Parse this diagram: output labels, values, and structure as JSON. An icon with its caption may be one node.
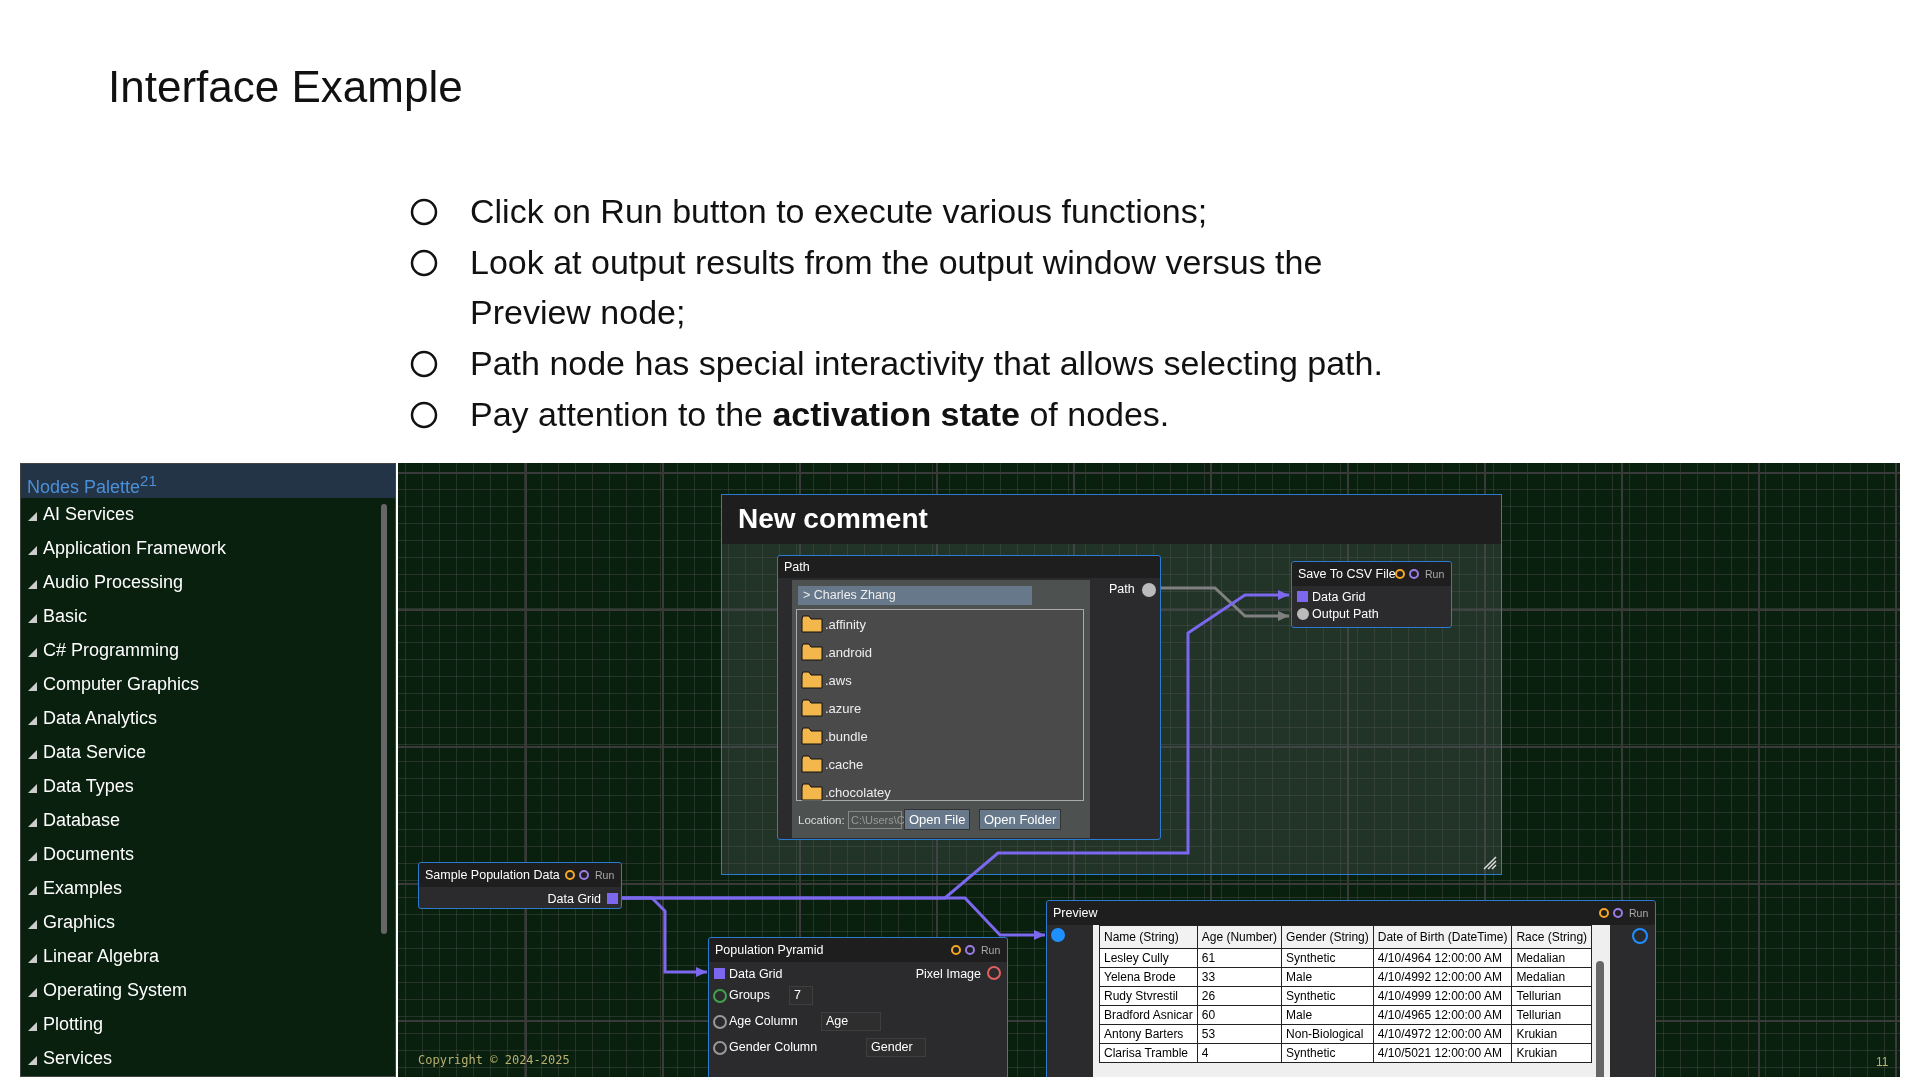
{
  "diagram": {
    "title": "Interface Example",
    "nodes": [
      {
        "text": [
          "Nodes Palette$^{21}$",
          "AI Services",
          "Application Framework",
          "Audio Processing",
          "Basic",
          "C# Programming",
          "Computer Graphics",
          "Data Analytics",
          "Data Service",
          "Data Types",
          "Database",
          "Documents",
          "Examples",
          "Graphics",
          "Linear Algebra",
          "Operating System",
          "Plotting",
          "Services"
        ]
      },
      {
        "text": [
          "New comment"
        ]
      },
      {
        "text": [
          "Path",
          "> Charles Zhang",
          ".affinity",
          ".android",
          ".aws",
          ".azure",
          ".bundle",
          ".cache",
          ".chocolatey",
          "Location:",
          "C:\\Users\\C",
          "Open File",
          "Open Folder",
          "Path"
        ],
        "in": 1
      },
      {
        "text": [
          "Save To CSV File",
          "Run",
          "Data Grid",
          "Output Path"
        ],
        "in": 1
      },
      {
        "text": [
          "Sample Population Data",
          "Run",
          "Data Grid"
        ]
      },
      {
        "text": [
          "Population Pyramid",
          "Run",
          "Data Grid",
          "Pixel Image",
          "Groups",
          "7",
          "Age Column",
          "Age",
          "Gender Column",
          "Gender"
        ]
      },
      {
        "text": [
          "Preview",
          "Run"
        ]
      }
    ],
    "edges": [
      {
        "from": 2,
        "to": 3,
        "arrow": "to",
        "color": "#808080"
      },
      {
        "from": 4,
        "to": 3,
        "arrow": "to"
      },
      {
        "from": 4,
        "to": 5,
        "arrow": "to"
      },
      {
        "from": 4,
        "to": 6,
        "arrow": "to"
      }
    ],
    "labels": [
      "Click on Run button to execute various functions;",
      "Look at output results from the output window versus the Preview node;",
      "Path node has special interactivity that allows selecting path.",
      "Pay attention to the **activation state** of nodes.",
      "Name (String)",
      "Age (Number)",
      "Gender (String)",
      "Date of Birth (DateTime)",
      "Race (String)",
      "Lesley Cully",
      "61",
      "Synthetic",
      "4/10/4964 12:00:00 AM",
      "Medalian",
      "Yelena Brode",
      "33",
      "Male",
      "4/10/4992 12:00:00 AM",
      "Medalian",
      "Rudy Stvrestil",
      "26",
      "Synthetic",
      "4/10/4999 12:00:00 AM",
      "Tellurian",
      "Bradford Asnicar",
      "60",
      "Male",
      "4/10/4965 12:00:00 AM",
      "Tellurian",
      "Antony Barters",
      "53",
      "Non-Biological",
      "4/10/4972 12:00:00 AM",
      "Krukian",
      "Clarisa Tramble",
      "4",
      "Synthetic",
      "4/10/5021 12:00:00 AM",
      "Krukian",
      "Copyright © 2024-2025",
      "11"
    ]
  }
}
